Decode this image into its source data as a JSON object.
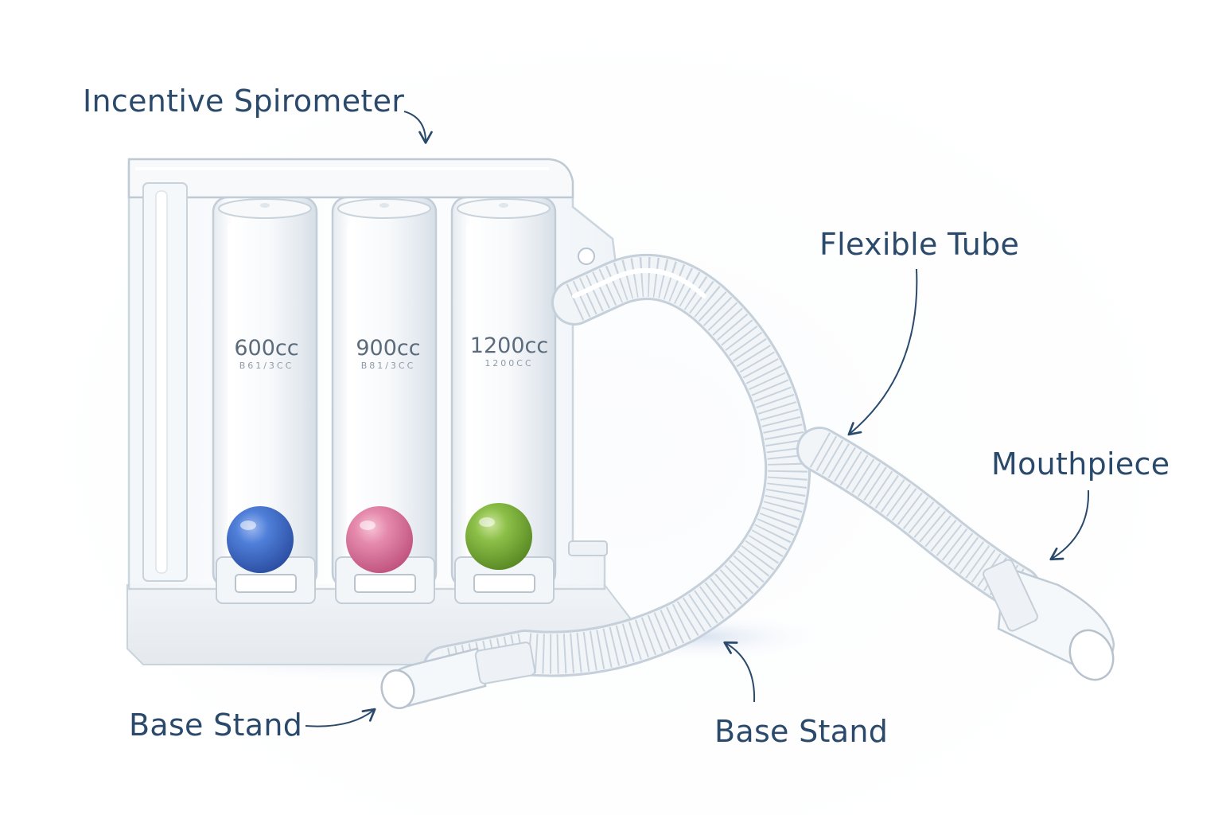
{
  "labels": {
    "device": "Incentive Spirometer",
    "tube": "Flexible Tube",
    "mouthpiece": "Mouthpiece",
    "base_left": "Base Stand",
    "base_right": "Base Stand"
  },
  "chambers": [
    {
      "volume": "600cc",
      "sublabel": "B61/3CC",
      "ball_color": "#3f6fcf"
    },
    {
      "volume": "900cc",
      "sublabel": "B81/3CC",
      "ball_color": "#e07ba0"
    },
    {
      "volume": "1200cc",
      "sublabel": "1200CC",
      "ball_color": "#7fb23f"
    }
  ],
  "colors": {
    "label_text": "#2b4a6b",
    "arrow": "#2b4a6b",
    "plastic_edge": "#c9d3dc",
    "tube_fill": "#eef2f6"
  }
}
